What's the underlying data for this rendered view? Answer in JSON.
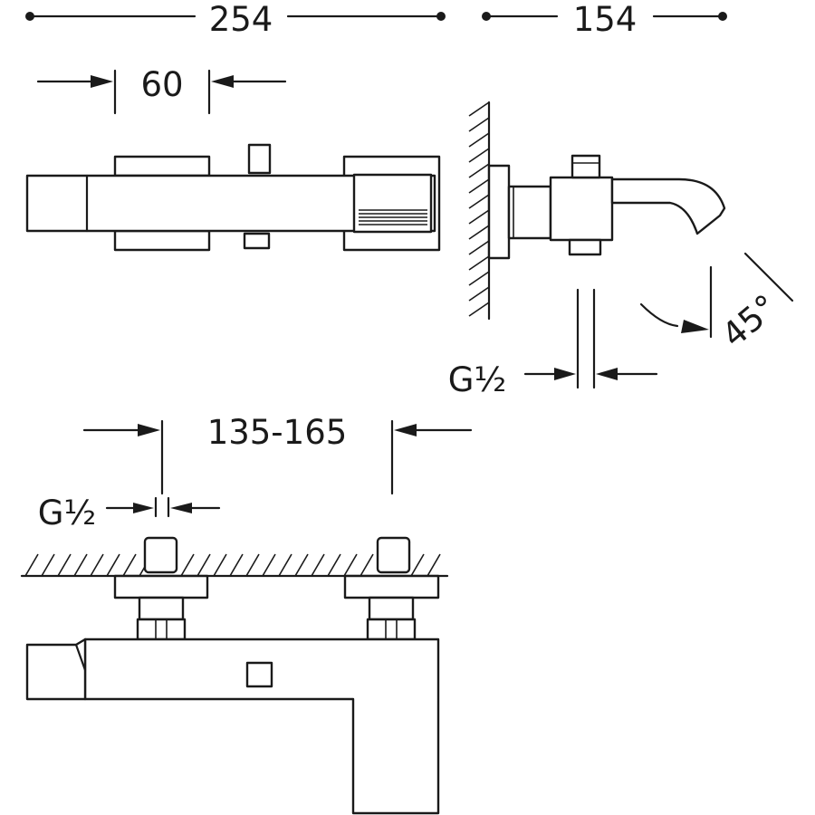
{
  "dimensions": {
    "overall_length": "254",
    "wall_projection": "154",
    "handle_width": "60",
    "inlet_top": "G½",
    "inlet_bottom": "G½",
    "centers": "135-165",
    "spout_angle": "45°"
  }
}
